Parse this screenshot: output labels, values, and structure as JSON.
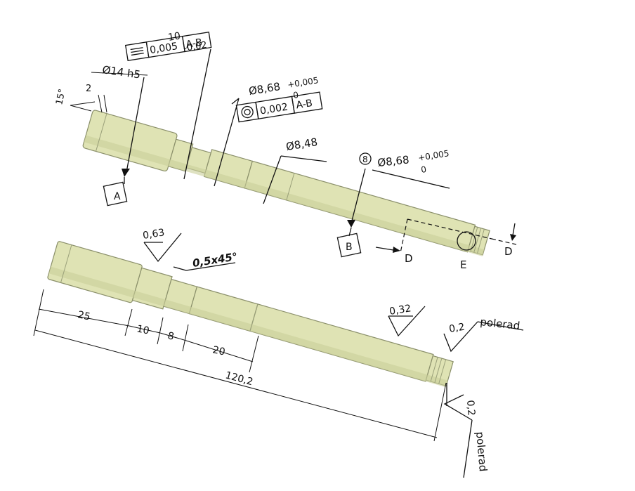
{
  "top_view": {
    "tolerance_sym_value": "0,005",
    "tolerance_sym_datum": "A-B",
    "dim_10": "10",
    "dim_10_tol": "-0,02",
    "dia_14": "Ø14 h5",
    "chamfer_angle": "15°",
    "chamfer_len": "2",
    "dia_868_a": "Ø8,68",
    "dia_868_a_upper": "+0,005",
    "dia_868_a_lower": "0",
    "concentric_value": "0,002",
    "concentric_datum": "A-B",
    "dia_848": "Ø8,48",
    "dia_868_b_marker": "8",
    "dia_868_b": "Ø8,68",
    "dia_868_b_upper": "+0,005",
    "dia_868_b_lower": "0",
    "datum_a": "A",
    "datum_b": "B",
    "section_d1": "D",
    "section_d2": "D",
    "detail_e": "E"
  },
  "bottom_view": {
    "roughness_063": "0,63",
    "chamfer_note": "0,5x45°",
    "roughness_032": "0,32",
    "roughness_02_a": "0,2",
    "polerad_a": "polerad",
    "roughness_02_b": "0,2",
    "polerad_b": "polerad",
    "dim_25": "25",
    "dim_10": "10",
    "dim_8": "8",
    "dim_20": "20",
    "dim_1202": "120,2"
  },
  "colors": {
    "shaft_fill": "#dfe3b4",
    "line": "#111111"
  }
}
